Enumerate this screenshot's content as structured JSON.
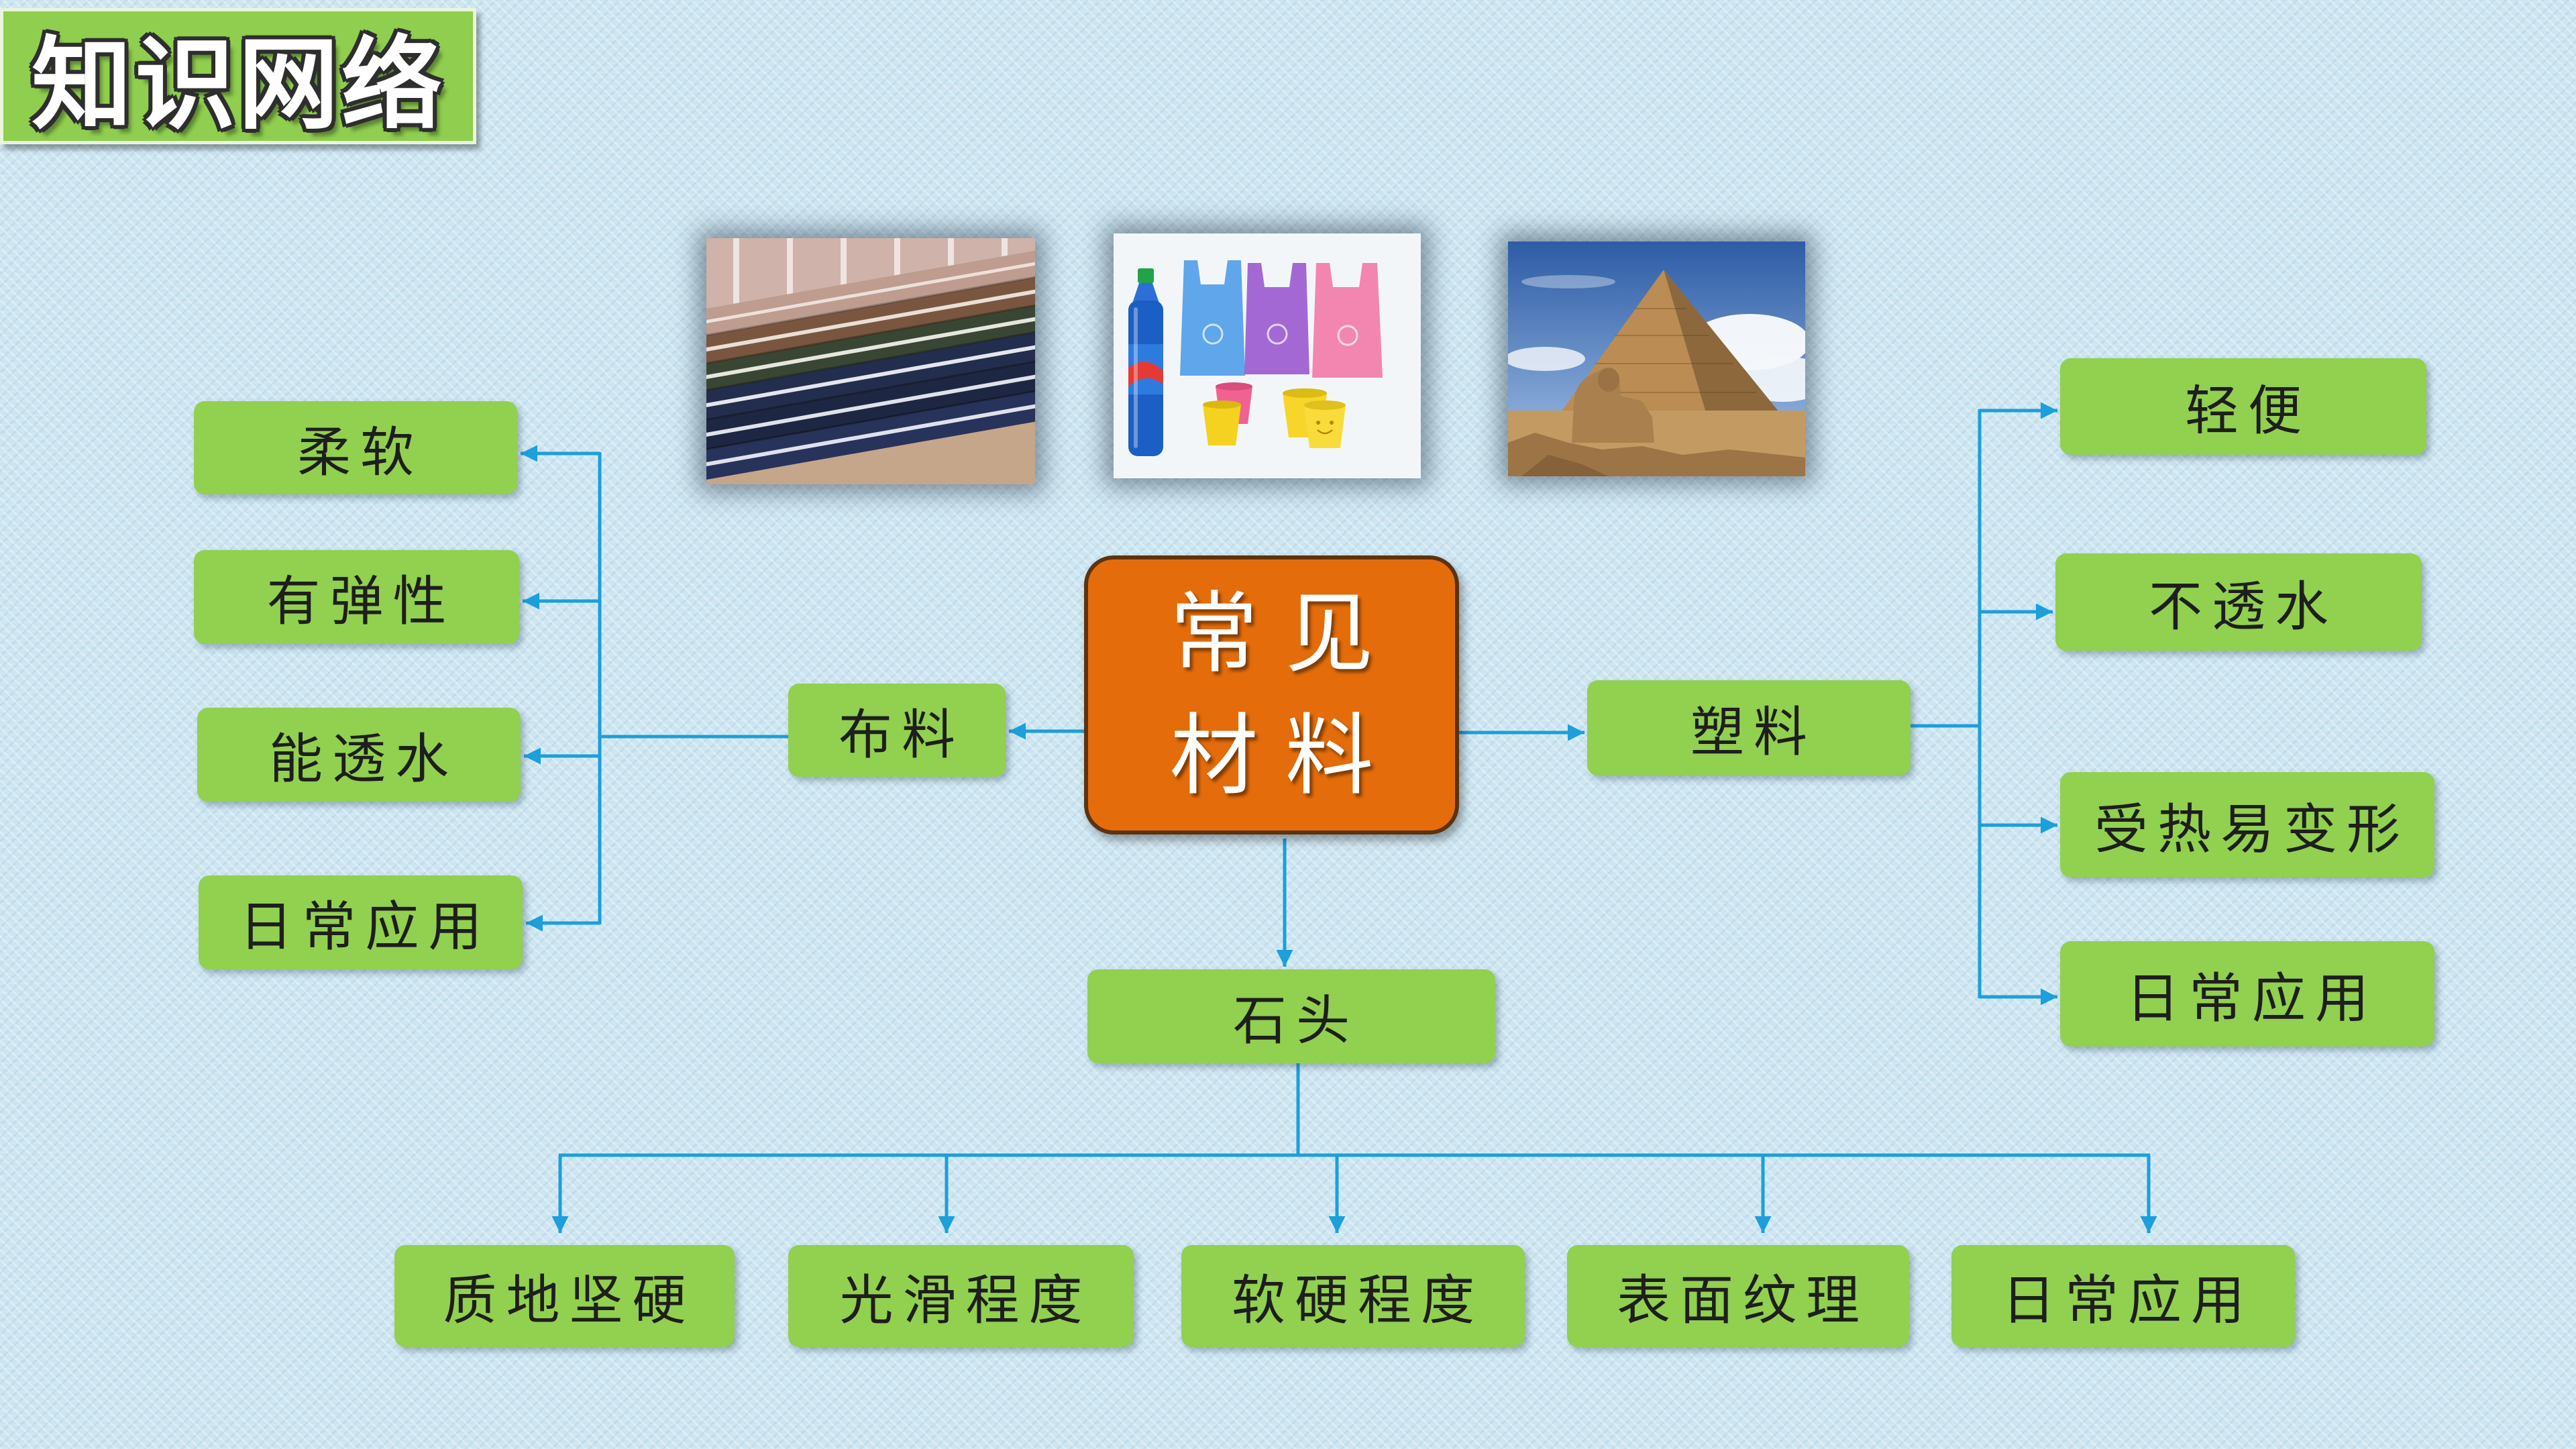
{
  "title": "知识网络",
  "center_node": {
    "line1": "常见",
    "line2": "材料"
  },
  "fabric": {
    "label": "布料",
    "properties": [
      "柔软",
      "有弹性",
      "能透水",
      "日常应用"
    ]
  },
  "plastic": {
    "label": "塑料",
    "properties": [
      "轻便",
      "不透水",
      "受热易变形",
      "日常应用"
    ]
  },
  "stone": {
    "label": "石头",
    "properties": [
      "质地坚硬",
      "光滑程度",
      "软硬程度",
      "表面纹理",
      "日常应用"
    ]
  },
  "colors": {
    "background": "#cce5f1",
    "node_green": "#92d050",
    "title_green": "#8fce4e",
    "center_orange": "#e46c0a",
    "connector_blue": "#1c9fda"
  }
}
